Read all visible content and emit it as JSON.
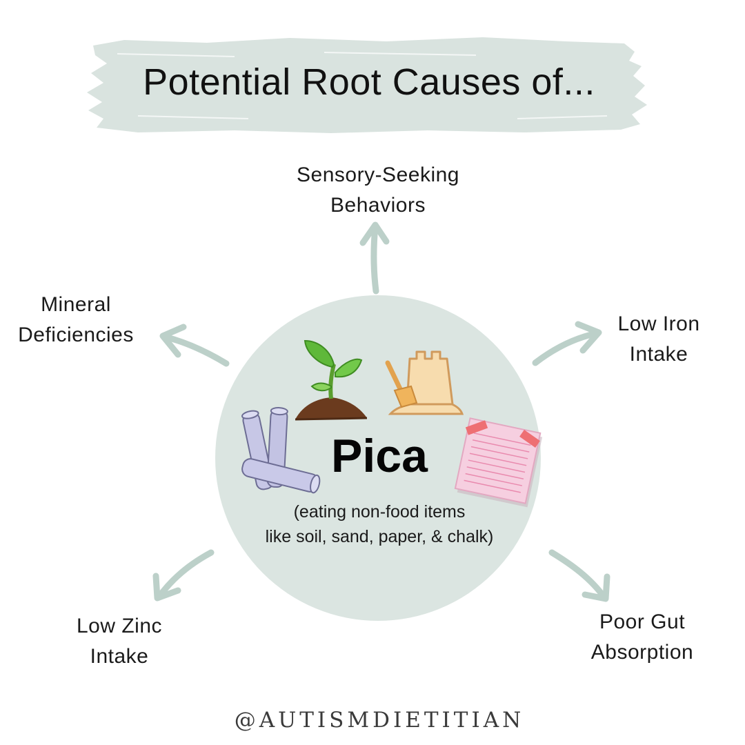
{
  "title": "Potential Root Causes of...",
  "center": {
    "title": "Pica",
    "desc_line1": "(eating non-food items",
    "desc_line2": "like soil, sand, paper, & chalk)"
  },
  "causes": {
    "top": [
      "Sensory-Seeking",
      "Behaviors"
    ],
    "upper_left": [
      "Mineral",
      "Deficiencies"
    ],
    "upper_right": [
      "Low Iron",
      "Intake"
    ],
    "lower_left": [
      "Low Zinc",
      "Intake"
    ],
    "lower_right": [
      "Poor Gut",
      "Absorption"
    ]
  },
  "handle": "@AUTISMDIETITIAN",
  "colors": {
    "banner": "#d9e3df",
    "circle": "#dbe5e1",
    "arrow": "#bcd0c9",
    "chalk": "#c7c7e6",
    "soil": "#6b3b1e",
    "leaf": "#5fb83a",
    "sand": "#f7dcae",
    "paper": "#f6cfe0",
    "tape": "#ee6f73"
  },
  "icons": [
    "plant-soil-icon",
    "sandcastle-icon",
    "chalk-icon",
    "paper-note-icon"
  ]
}
